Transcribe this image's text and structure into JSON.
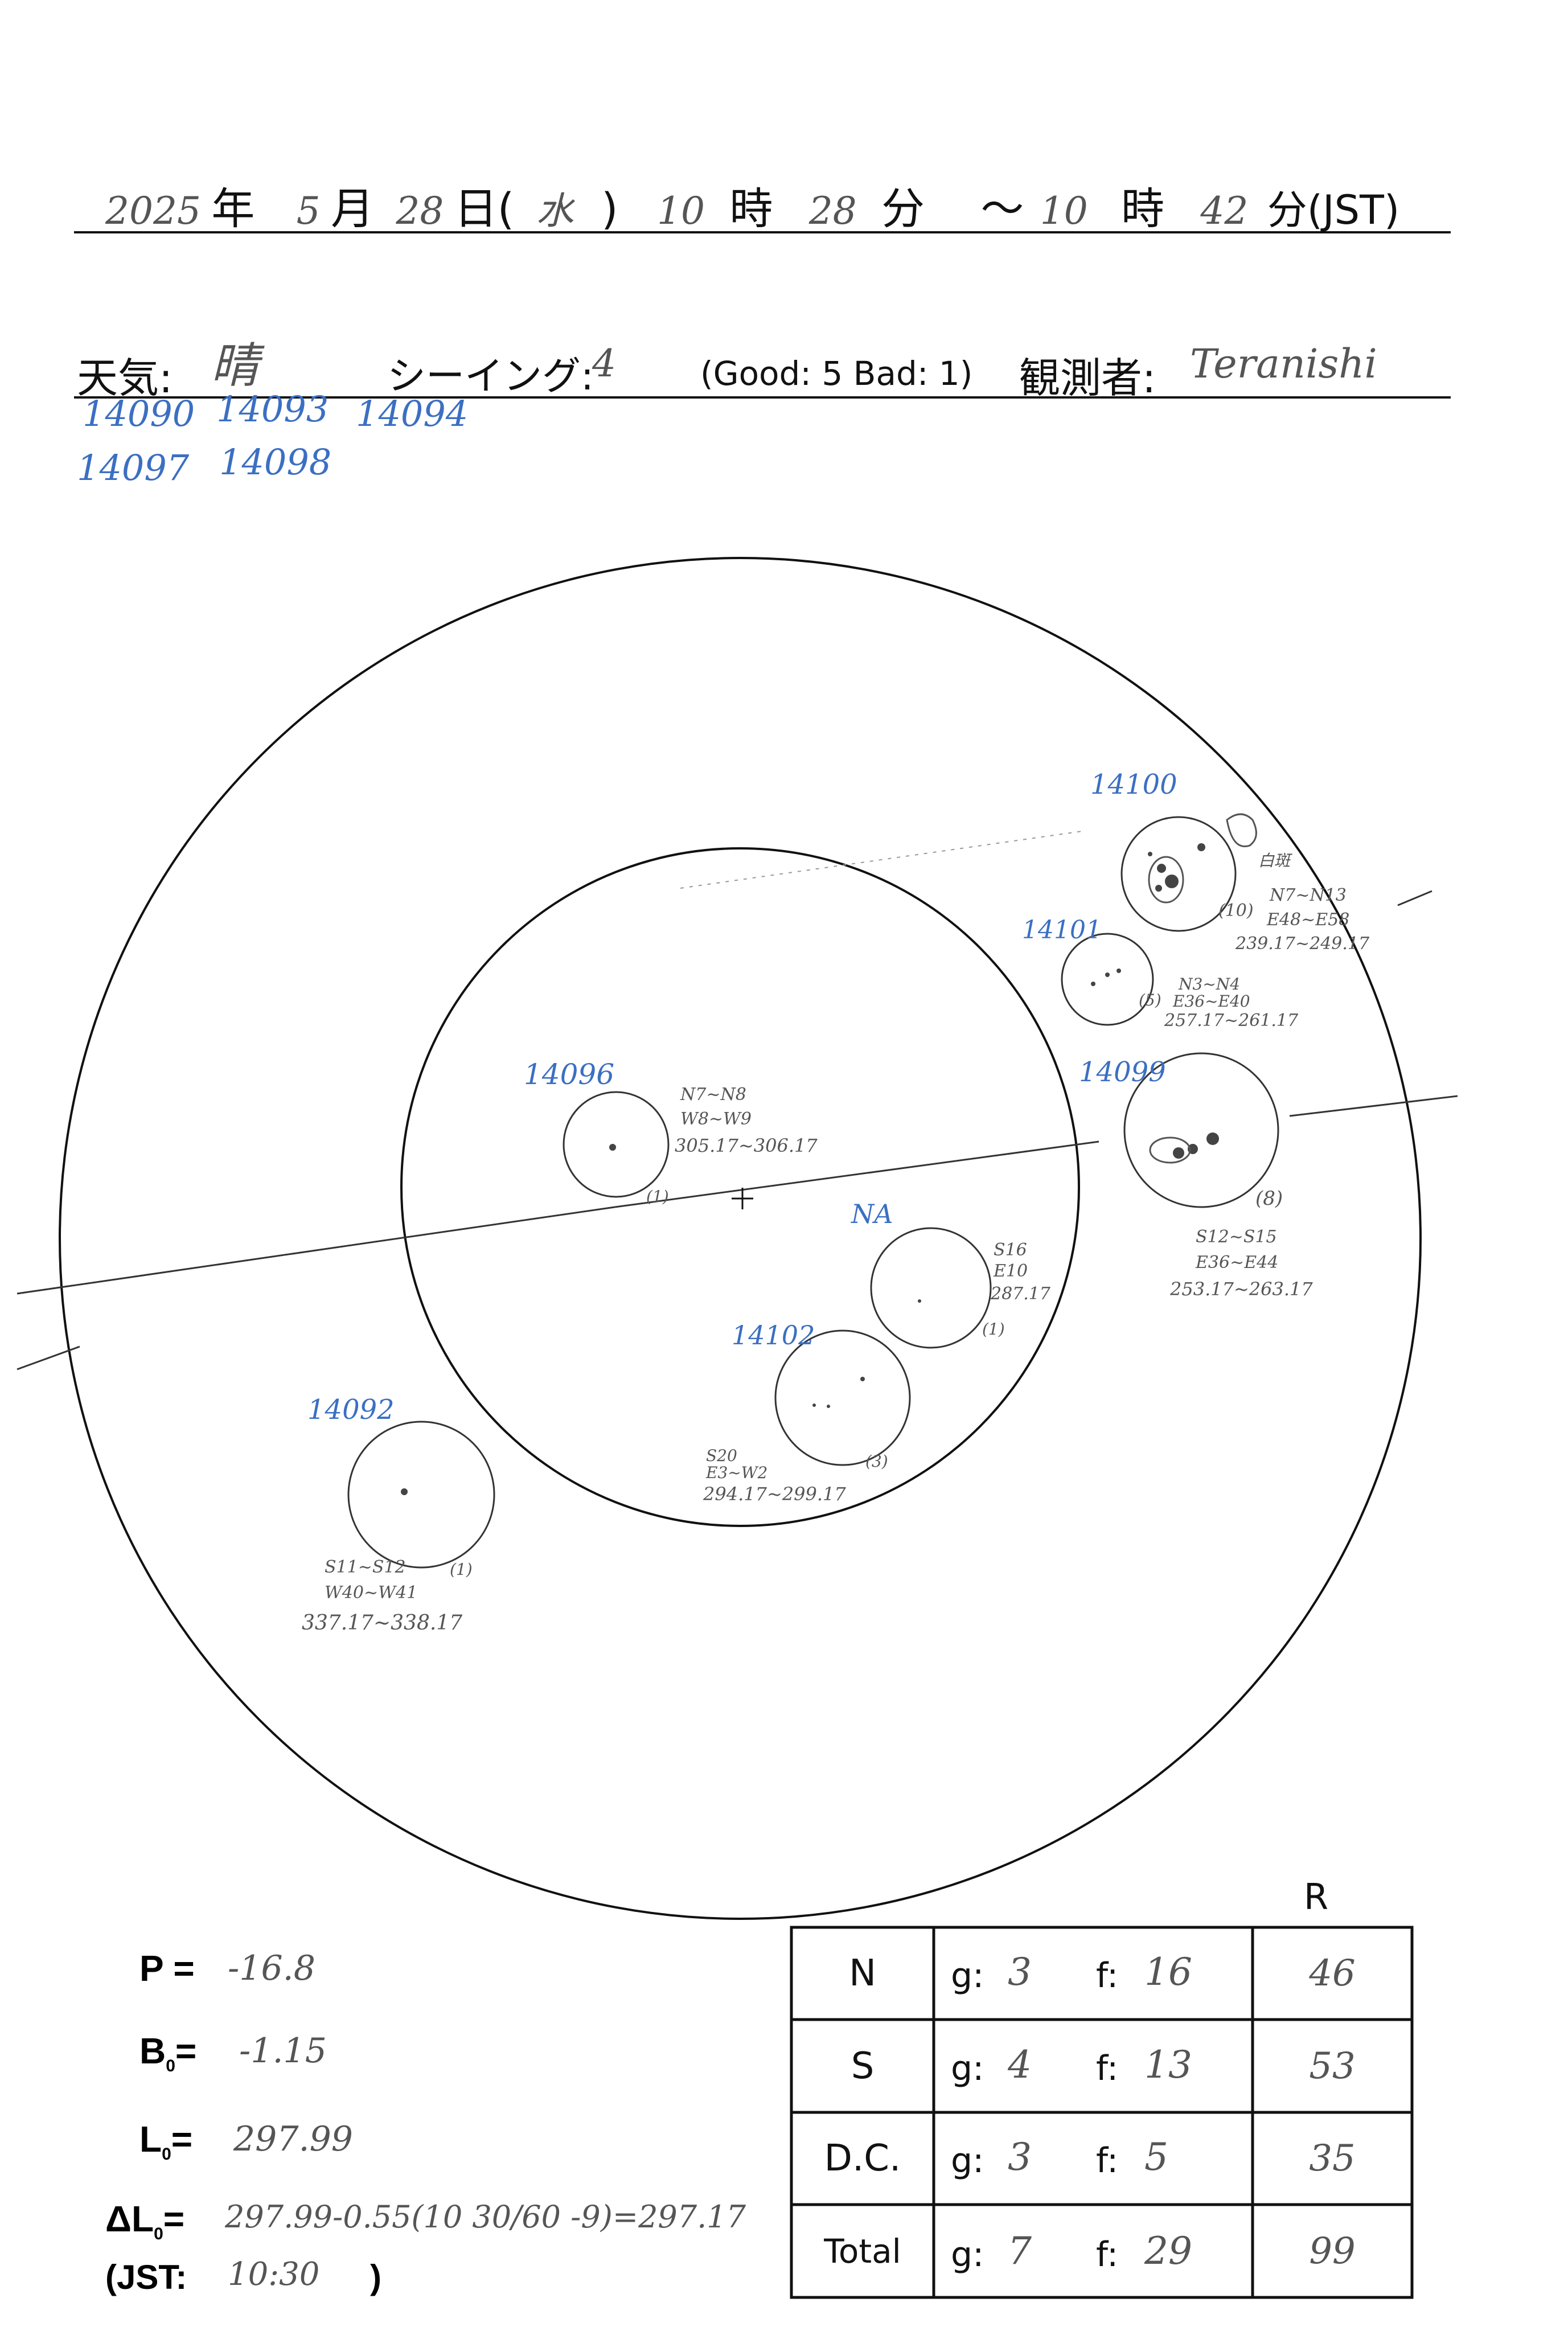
{
  "header": {
    "year": "2025",
    "year_unit": "年",
    "month": "5",
    "month_unit": "月",
    "day": "28",
    "day_unit": "日(",
    "weekday": "水",
    "weekday_close": ")",
    "start_hour": "10",
    "hour_unit": "時",
    "start_min": "28",
    "min_unit": "分",
    "tilde": "～",
    "end_hour": "10",
    "end_hour_unit": "時",
    "end_min": "42",
    "end_min_unit": "分(JST)"
  },
  "conditions": {
    "weather_label": "天気:",
    "weather_value": "晴",
    "seeing_label": "シーイング:",
    "seeing_value": "4",
    "seeing_scale": "(Good: 5  Bad: 1)",
    "observer_label": "観測者:",
    "observer_value": "Teranishi"
  },
  "offdisk_groups": [
    "14090",
    "14093",
    "14094",
    "14097",
    "14098"
  ],
  "disk_groups": [
    {
      "id": "14100",
      "count": "(10)",
      "lat": "N7~N13",
      "lon": "E48~E58",
      "range": "239.17~249.17",
      "note": "白斑"
    },
    {
      "id": "14101",
      "count": "(5)",
      "lat": "N3~N4",
      "lon": "E36~E40",
      "range": "257.17~261.17"
    },
    {
      "id": "14099",
      "count": "(8)",
      "lat": "S12~S15",
      "lon": "E36~E44",
      "range": "253.17~263.17"
    },
    {
      "id": "14096",
      "count": "(1)",
      "lat": "N7~N8",
      "lon": "W8~W9",
      "range": "305.17~306.17"
    },
    {
      "id": "NA",
      "count": "(1)",
      "lat": "S16",
      "lon": "E10",
      "range": "287.17"
    },
    {
      "id": "14102",
      "count": "(3)",
      "lat": "S20",
      "lon": "E3~W2",
      "range": "294.17~299.17"
    },
    {
      "id": "14092",
      "count": "(1)",
      "lat": "S11~S12",
      "lon": "W40~W41",
      "range": "337.17~338.17"
    }
  ],
  "params": {
    "p_label": "P =",
    "p_value": "-16.8",
    "b_label": "B",
    "b_sub": "0",
    "b_eq": "=",
    "b_value": "-1.15",
    "l_label": "L",
    "l_sub": "0",
    "l_eq": "=",
    "l_value": "297.99",
    "dl_label": "ΔL",
    "dl_sub": "0",
    "dl_eq": "=",
    "dl_value": "297.99-0.55(10 30/60 -9)=297.17",
    "jst_label": "(JST:",
    "jst_value": "10:30",
    "jst_close": ")"
  },
  "table": {
    "r_header": "R",
    "rows": [
      {
        "label": "N",
        "g_label": "g:",
        "g": "3",
        "f_label": "f:",
        "f": "16",
        "r": "46"
      },
      {
        "label": "S",
        "g_label": "g:",
        "g": "4",
        "f_label": "f:",
        "f": "13",
        "r": "53"
      },
      {
        "label": "D.C.",
        "g_label": "g:",
        "g": "3",
        "f_label": "f:",
        "f": "5",
        "r": "35"
      },
      {
        "label": "Total",
        "g_label": "g:",
        "g": "7",
        "f_label": "f:",
        "f": "29",
        "r": "99"
      }
    ]
  }
}
